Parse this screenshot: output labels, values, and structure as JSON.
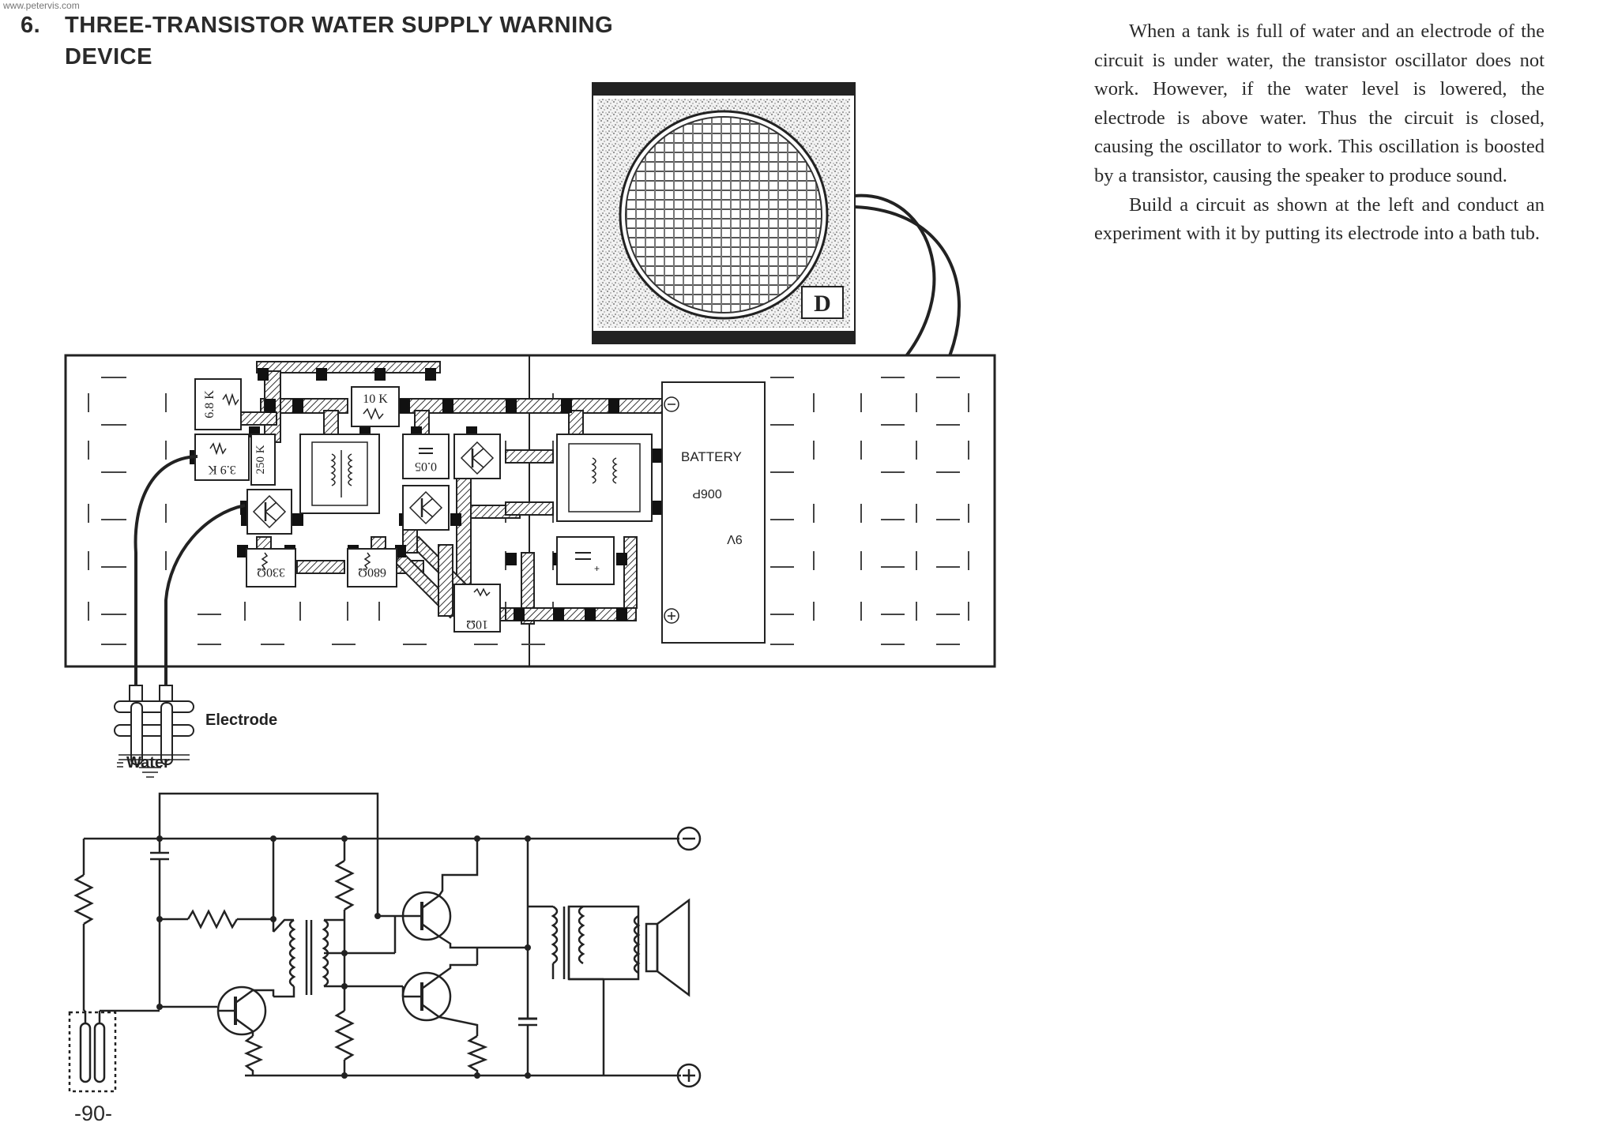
{
  "watermark": "www.petervis.com",
  "heading": {
    "number": "6.",
    "line1": "THREE-TRANSISTOR WATER SUPPLY WARNING",
    "line2": "DEVICE"
  },
  "body": {
    "paragraph1": "When a tank is full of water and an electrode of the circuit is under water, the transistor oscillator does not work. However, if the water level is lowered, the electrode is above water. Thus the circuit is closed, causing the oscillator to work. This oscillation is boosted by a transistor, causing the speaker to produce sound.",
    "paragraph2": "Build a circuit as shown at the left and conduct an experiment with it by putting its electrode into a bath tub."
  },
  "board": {
    "r_6k8": "6.8 K",
    "r_10k": "10 K",
    "r_3k9": "3.9 K",
    "r_250k": "250 K",
    "c_005": "0.05",
    "r_330": "330Ω",
    "r_680": "680Ω",
    "r_10": "10Ω",
    "battery_label": "BATTERY",
    "battery_num": "006P",
    "battery_volt": "9V",
    "minus": "⊖",
    "plus": "⊕"
  },
  "labels": {
    "electrode": "Electrode",
    "water": "Water"
  },
  "page_number": "-90-"
}
